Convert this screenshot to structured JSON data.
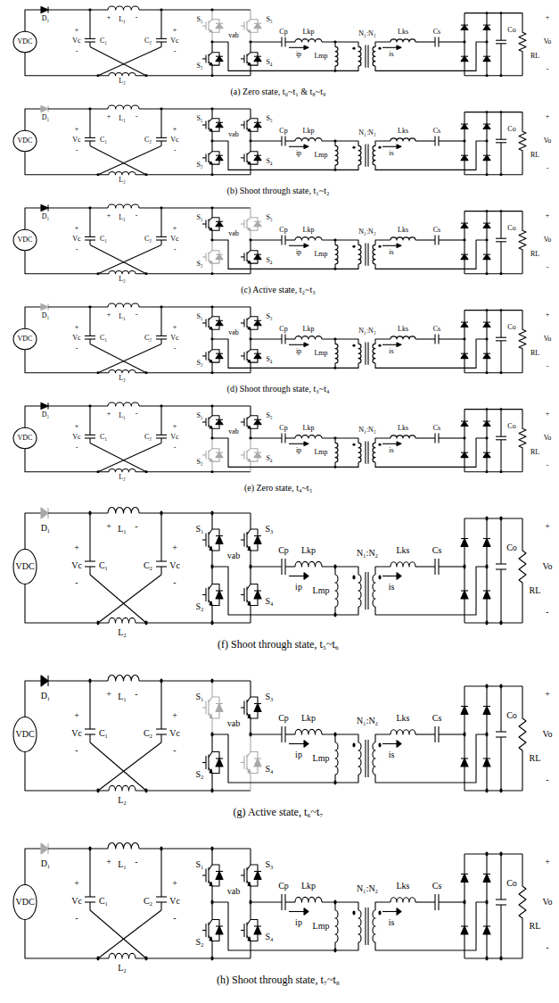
{
  "diagram": {
    "labels": [
      "D₁",
      "L₁",
      "+",
      "-",
      "Vc",
      "C₁",
      "+",
      "-",
      "C₂",
      "+",
      "Vc",
      "-",
      "L₂",
      "VDC",
      "S₁",
      "S₃",
      "S₂",
      "S₄",
      "vab",
      "Cp",
      "Lkp",
      "ip",
      "Lmp",
      "N₁:N₂",
      "Lks",
      "Cs",
      "is",
      "Co",
      "RL",
      "+",
      "Vo",
      "-",
      "(a) Zero state, t₀~t₁ & t₈~t₉",
      "D₁",
      "L₁",
      "+",
      "-",
      "Vc",
      "C₁",
      "+",
      "-",
      "C₂",
      "+",
      "Vc",
      "-",
      "L₂",
      "VDC",
      "S₁",
      "S₃",
      "S₂",
      "S₄",
      "vab",
      "Cp",
      "Lkp",
      "ip",
      "Lmp",
      "N₁:N₂",
      "Lks",
      "Cs",
      "is",
      "Co",
      "RL",
      "+",
      "Vo",
      "-",
      "(b) Shoot through state, t₁~t₂",
      "D₁",
      "L₁",
      "+",
      "-",
      "Vc",
      "C₁",
      "+",
      "-",
      "C₂",
      "+",
      "Vc",
      "-",
      "L₂",
      "VDC",
      "S₁",
      "S₃",
      "S₂",
      "S₄",
      "vab",
      "Cp",
      "Lkp",
      "ip",
      "Lmp",
      "N₁:N₂",
      "Lks",
      "Cs",
      "is",
      "Co",
      "RL",
      "+",
      "Vo",
      "-",
      "(c) Active state, t₂~t₃",
      "D₁",
      "L₁",
      "+",
      "-",
      "Vc",
      "C₁",
      "+",
      "-",
      "C₂",
      "+",
      "Vc",
      "-",
      "L₂",
      "VDC",
      "S₁",
      "S₃",
      "S₂",
      "S₄",
      "vab",
      "Cp",
      "Lkp",
      "ip",
      "Lmp",
      "N₁:N₂",
      "Lks",
      "Cs",
      "is",
      "Co",
      "RL",
      "+",
      "Vo",
      "-",
      "(d) Shoot through state, t₃~t₄",
      "D₁",
      "L₁",
      "+",
      "-",
      "Vc",
      "C₁",
      "+",
      "-",
      "C₂",
      "+",
      "Vc",
      "-",
      "L₂",
      "VDC",
      "S₁",
      "S₃",
      "S₂",
      "S₄",
      "vab",
      "Cp",
      "Lkp",
      "ip",
      "Lmp",
      "N₁:N₂",
      "Lks",
      "Cs",
      "is",
      "Co",
      "RL",
      "+",
      "Vo",
      "-",
      "(e) Zero state, t₄~t₅",
      "D₁",
      "L₁",
      "+",
      "-",
      "Vc",
      "C₁",
      "+",
      "-",
      "C₂",
      "+",
      "Vc",
      "-",
      "L₂",
      "VDC",
      "S₁",
      "S₃",
      "S₂",
      "S₄",
      "vab",
      "Cp",
      "Lkp",
      "ip",
      "Lmp",
      "N₁:N₂",
      "Lks",
      "Cs",
      "is",
      "Co",
      "RL",
      "+",
      "Vo",
      "-",
      "(f) Shoot through state, t₅~t₆",
      "D₁",
      "L₁",
      "+",
      "-",
      "Vc",
      "C₁",
      "+",
      "-",
      "C₂",
      "+",
      "Vc",
      "-",
      "L₂",
      "VDC",
      "S₁",
      "S₃",
      "S₂",
      "S₄",
      "vab",
      "Cp",
      "Lkp",
      "ip",
      "Lmp",
      "N₁:N₂",
      "Lks",
      "Cs",
      "is",
      "Co",
      "RL",
      "+",
      "Vo",
      "-",
      "(g) Active state, t₆~t₇",
      "D₁",
      "L₁",
      "+",
      "-",
      "Vc",
      "C₁",
      "+",
      "-",
      "C₂",
      "+",
      "Vc",
      "-",
      "L₂",
      "VDC",
      "S₁",
      "S₃",
      "S₂",
      "S₄",
      "vab",
      "Cp",
      "Lkp",
      "ip",
      "Lmp",
      "N₁:N₂",
      "Lks",
      "Cs",
      "is",
      "Co",
      "RL",
      "+",
      "Vo",
      "-",
      "(h) Shoot through state, t₇~t₈"
    ]
  }
}
